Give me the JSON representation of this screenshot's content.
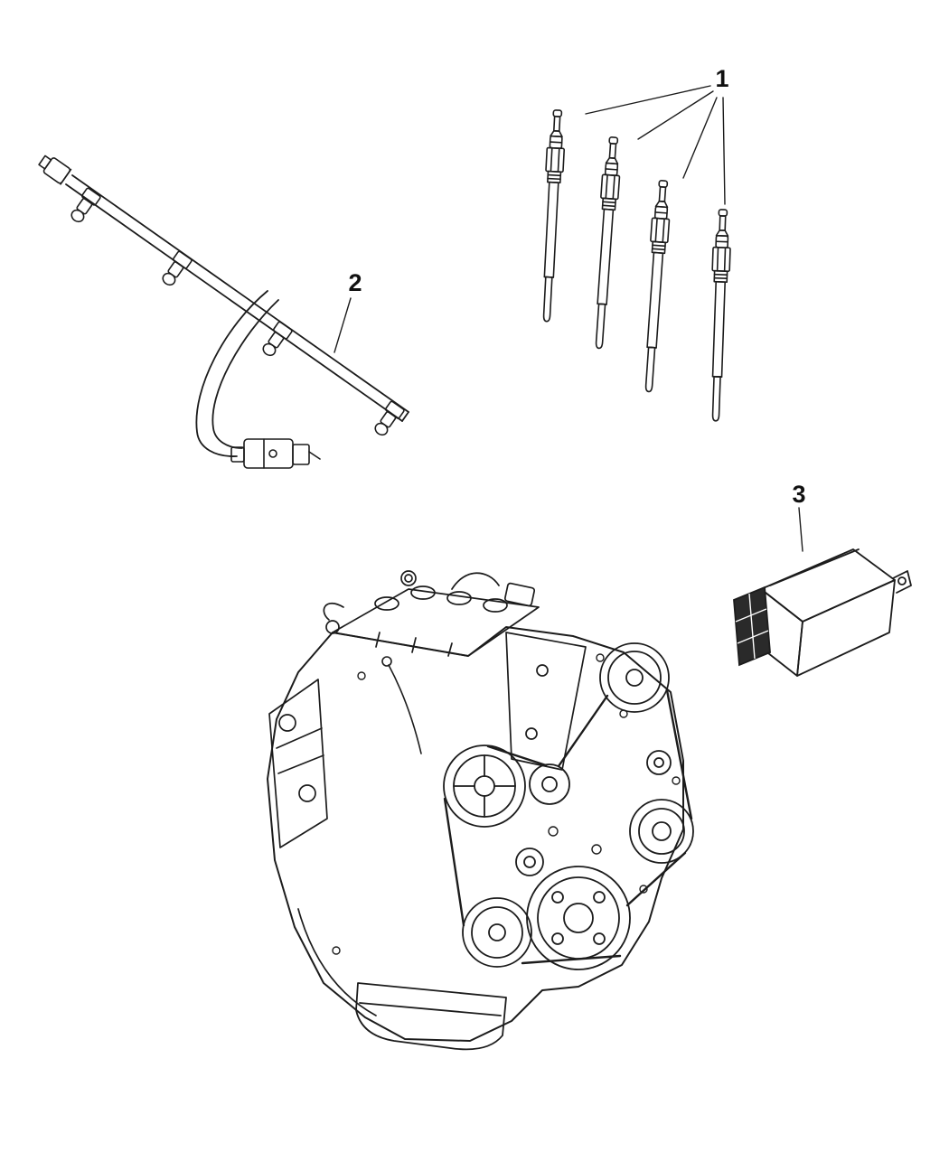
{
  "page": {
    "background_color": "#ffffff",
    "line_color": "#1c1c1c"
  },
  "diagram": {
    "type": "exploded-parts-diagram",
    "callouts": [
      {
        "label": "1",
        "points_to": "glow-plugs"
      },
      {
        "label": "2",
        "points_to": "glow-plug-wiring-harness"
      },
      {
        "label": "3",
        "points_to": "glow-plug-control-module"
      }
    ]
  }
}
